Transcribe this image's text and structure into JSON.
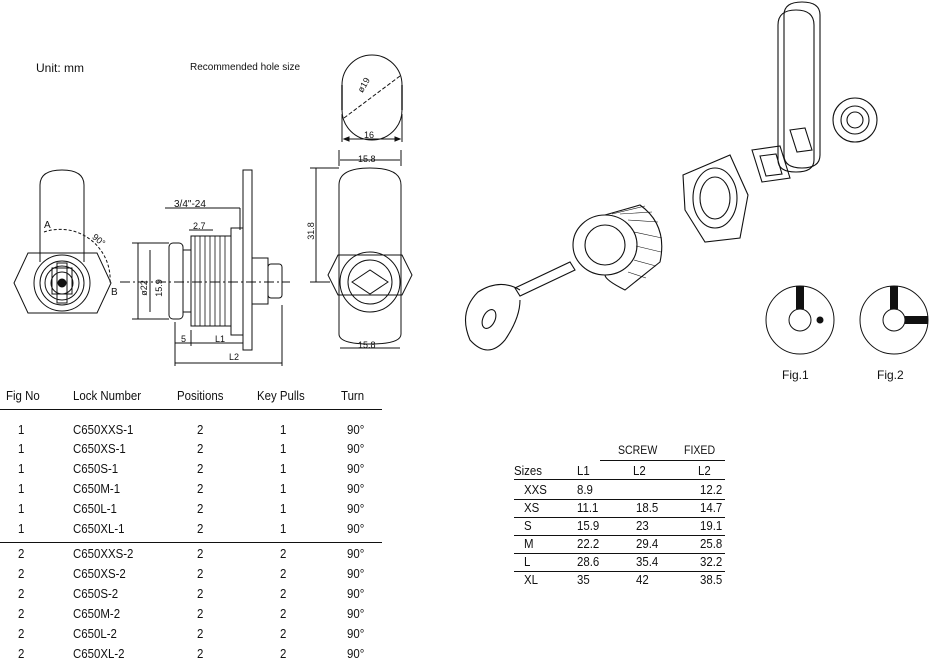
{
  "header": {
    "unit_label": "Unit:  mm",
    "hole_label": "Recommended hole size"
  },
  "dimensions": {
    "hole_diameter": "ø19",
    "hole_width": "16",
    "thread": "3/4\"-24",
    "dim_2_7": "2.7",
    "dim_22": "ø22",
    "dim_15_9": "15.9",
    "dim_5": "5",
    "dim_L1": "L1",
    "dim_L2": "L2",
    "dim_15_8_top": "15.8",
    "dim_31_8": "31.8",
    "dim_15_8_bottom": "15.8",
    "angle_90": "90°",
    "pos_A": "A",
    "pos_B": "B"
  },
  "figures": {
    "fig1": "Fig.1",
    "fig2": "Fig.2"
  },
  "lock_table": {
    "headers": [
      "Fig No",
      "Lock Number",
      "Positions",
      "Key Pulls",
      "Turn"
    ],
    "rows": [
      [
        "1",
        "C650XXS-1",
        "2",
        "1",
        "90°"
      ],
      [
        "1",
        "C650XS-1",
        "2",
        "1",
        "90°"
      ],
      [
        "1",
        "C650S-1",
        "2",
        "1",
        "90°"
      ],
      [
        "1",
        "C650M-1",
        "2",
        "1",
        "90°"
      ],
      [
        "1",
        "C650L-1",
        "2",
        "1",
        "90°"
      ],
      [
        "1",
        "C650XL-1",
        "2",
        "1",
        "90°"
      ],
      [
        "2",
        "C650XXS-2",
        "2",
        "2",
        "90°"
      ],
      [
        "2",
        "C650XS-2",
        "2",
        "2",
        "90°"
      ],
      [
        "2",
        "C650S-2",
        "2",
        "2",
        "90°"
      ],
      [
        "2",
        "C650M-2",
        "2",
        "2",
        "90°"
      ],
      [
        "2",
        "C650L-2",
        "2",
        "2",
        "90°"
      ],
      [
        "2",
        "C650XL-2",
        "2",
        "2",
        "90°"
      ]
    ]
  },
  "size_table": {
    "group_screw": "SCREW",
    "group_fixed": "FIXED",
    "headers": [
      "Sizes",
      "L1",
      "L2",
      "L2"
    ],
    "rows": [
      [
        "XXS",
        "8.9",
        "",
        "12.2"
      ],
      [
        "XS",
        "11.1",
        "18.5",
        "14.7"
      ],
      [
        "S",
        "15.9",
        "23",
        "19.1"
      ],
      [
        "M",
        "22.2",
        "29.4",
        "25.8"
      ],
      [
        "L",
        "28.6",
        "35.4",
        "32.2"
      ],
      [
        "XL",
        "35",
        "42",
        "38.5"
      ]
    ]
  }
}
